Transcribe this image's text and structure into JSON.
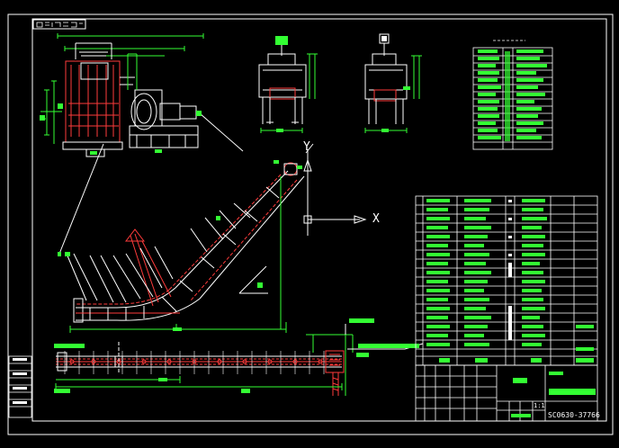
{
  "colors": {
    "background": "#000000",
    "line_white": "#ffffff",
    "line_green": "#33ff33",
    "line_red": "#ff3b3b",
    "line_yellow": "#ffff33",
    "line_cyan": "#33ffff",
    "line_magenta": "#ff33ff"
  },
  "axis_labels": {
    "x": "X",
    "y": "Y"
  },
  "title_block": {
    "drawing_number": "SC0630-37766",
    "scale": "1:1"
  }
}
